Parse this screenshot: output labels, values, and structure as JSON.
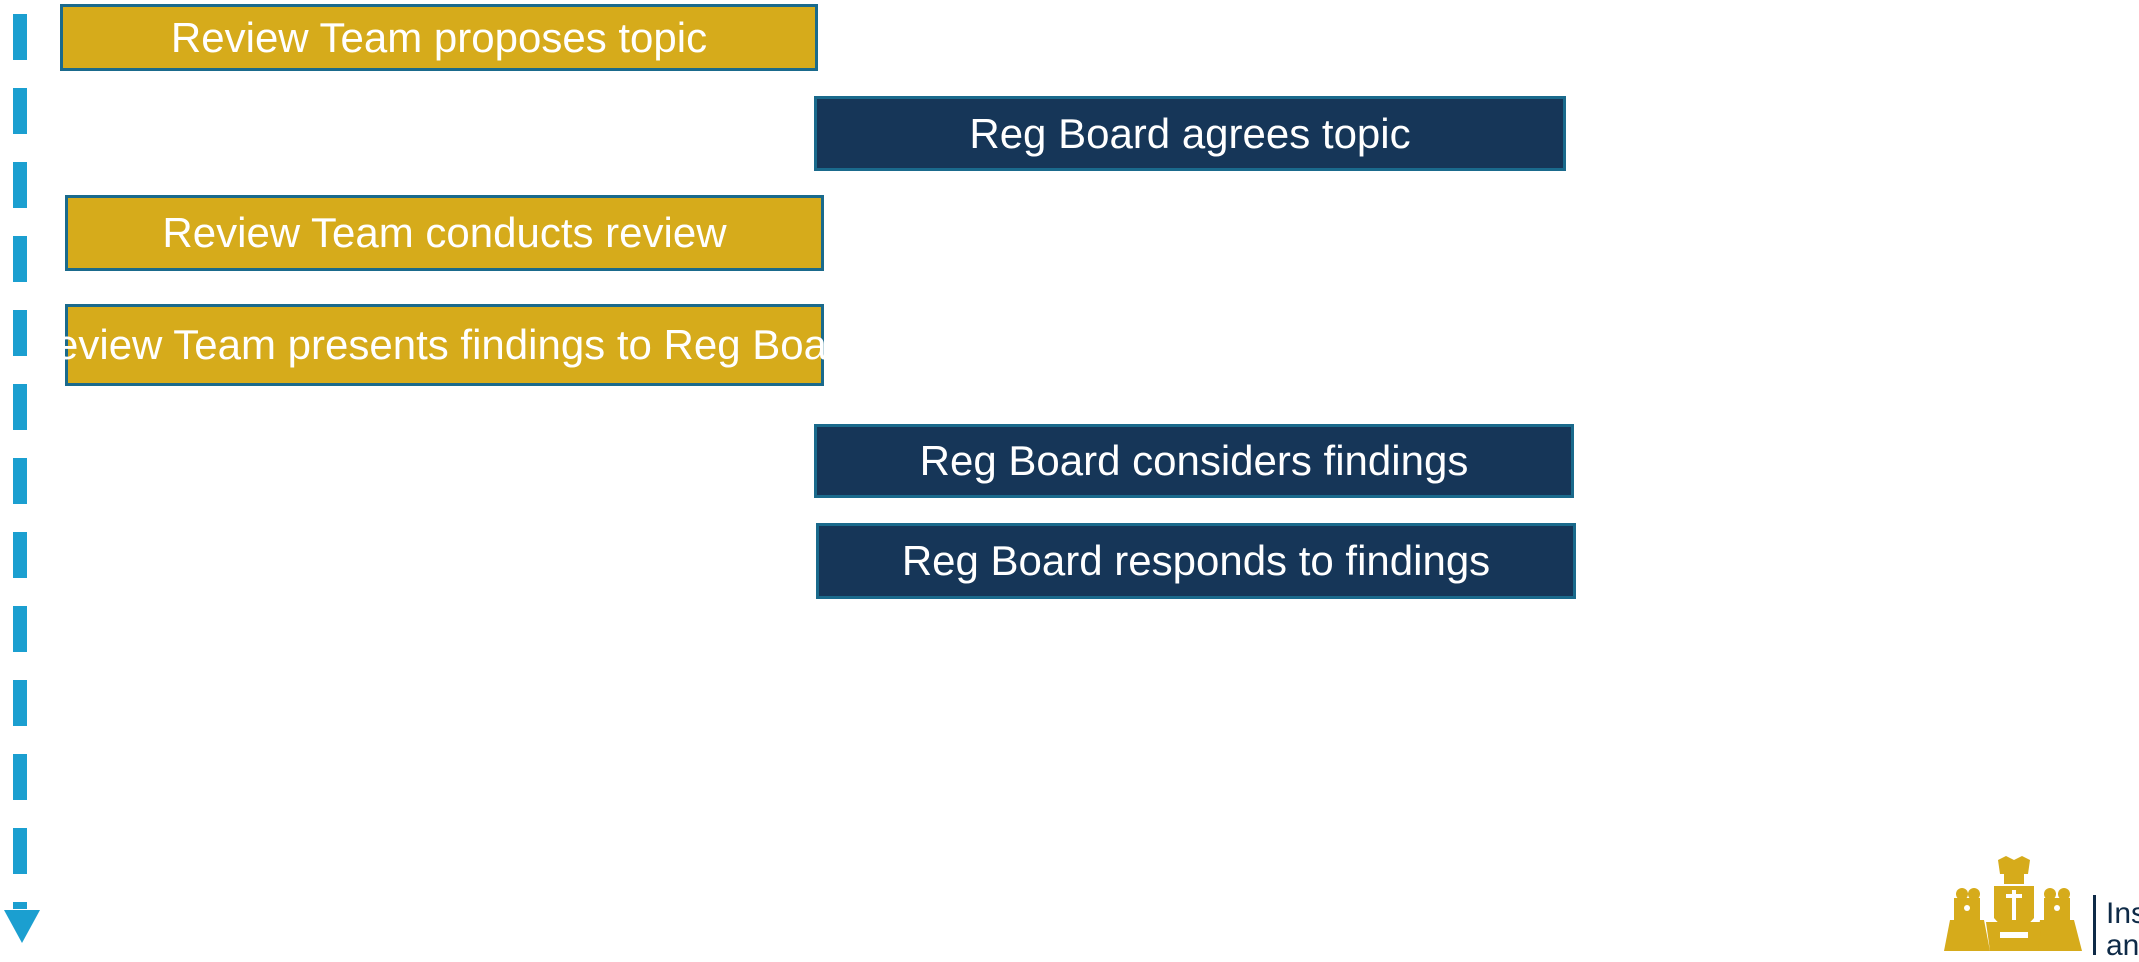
{
  "colors": {
    "team_fill": "#d6ab1b",
    "board_fill": "#163658",
    "box_border": "#1a6a8c",
    "timeline": "#1b9fd0",
    "text": "#ffffff",
    "logo": "#d6ab1b"
  },
  "steps": [
    {
      "actor": "Review Team",
      "label": "Review Team proposes topic"
    },
    {
      "actor": "Reg Board",
      "label": "Reg Board agrees topic"
    },
    {
      "actor": "Review Team",
      "label": "Review Team conducts review"
    },
    {
      "actor": "Review Team",
      "label": "Review Team presents findings to Reg Board"
    },
    {
      "actor": "Reg Board",
      "label": "Reg Board considers findings"
    },
    {
      "actor": "Reg Board",
      "label": "Reg Board responds to findings"
    }
  ],
  "logo": {
    "icon": "crest-icon",
    "line1": "Ins",
    "line2": "an"
  }
}
